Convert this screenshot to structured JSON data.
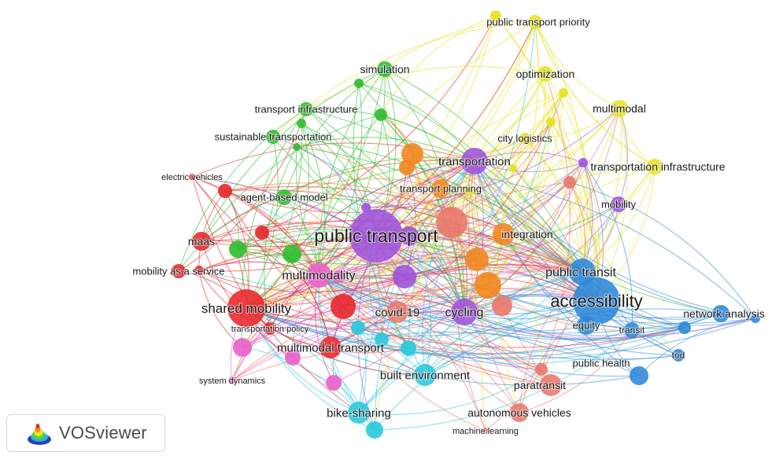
{
  "app": {
    "name": "VOSviewer"
  },
  "clusters": {
    "red": "#e8262b",
    "green": "#2dbd2d",
    "blue": "#2b88d8",
    "yellow": "#e6e21a",
    "purple": "#9e52d9",
    "cyan": "#28c8dc",
    "orange": "#f2861e",
    "pink": "#e95fc9",
    "salmon": "#e9776a"
  },
  "nodes": [
    {
      "id": "public-transport",
      "label": "public transport",
      "cluster": "purple",
      "weight": 30
    },
    {
      "id": "accessibility",
      "label": "accessibility",
      "cluster": "blue",
      "weight": 30
    },
    {
      "id": "public-transit",
      "label": "public transit",
      "cluster": "blue",
      "weight": 14
    },
    {
      "id": "cycling",
      "label": "cycling",
      "cluster": "purple",
      "weight": 14
    },
    {
      "id": "transportation",
      "label": "transportation",
      "cluster": "purple",
      "weight": 14
    },
    {
      "id": "multimodality",
      "label": "multimodality",
      "cluster": "pink",
      "weight": 13
    },
    {
      "id": "shared-mobility",
      "label": "shared mobility",
      "cluster": "red",
      "weight": 18
    },
    {
      "id": "covid-19",
      "label": "covid-19",
      "cluster": "salmon",
      "weight": 11
    },
    {
      "id": "integration",
      "label": "integration",
      "cluster": "orange",
      "weight": 11
    },
    {
      "id": "multimodal-transport",
      "label": "multimodal transport",
      "cluster": "red",
      "weight": 11
    },
    {
      "id": "built-environment",
      "label": "built environment",
      "cluster": "cyan",
      "weight": 11
    },
    {
      "id": "bike-sharing",
      "label": "bike-sharing",
      "cluster": "cyan",
      "weight": 10
    },
    {
      "id": "autonomous-vehicles",
      "label": "autonomous vehicles",
      "cluster": "salmon",
      "weight": 9
    },
    {
      "id": "paratransit",
      "label": "paratransit",
      "cluster": "salmon",
      "weight": 11
    },
    {
      "id": "public-health",
      "label": "public health",
      "cluster": "blue",
      "weight": 9
    },
    {
      "id": "equity",
      "label": "equity",
      "cluster": "blue",
      "weight": 10
    },
    {
      "id": "transit",
      "label": "transit",
      "cluster": "blue",
      "weight": 8
    },
    {
      "id": "network-analysis",
      "label": "network analysis",
      "cluster": "blue",
      "weight": 9
    },
    {
      "id": "tod",
      "label": "tod",
      "cluster": "blue",
      "weight": 6
    },
    {
      "id": "mobility",
      "label": "mobility",
      "cluster": "purple",
      "weight": 9
    },
    {
      "id": "transportation-infrastructure",
      "label": "transportation infrastructure",
      "cluster": "yellow",
      "weight": 9
    },
    {
      "id": "multimodal",
      "label": "multimodal",
      "cluster": "yellow",
      "weight": 10
    },
    {
      "id": "optimization",
      "label": "optimization",
      "cluster": "yellow",
      "weight": 9
    },
    {
      "id": "city-logistics",
      "label": "city logistics",
      "cluster": "yellow",
      "weight": 7
    },
    {
      "id": "public-transport-priority",
      "label": "public transport priority",
      "cluster": "yellow",
      "weight": 8
    },
    {
      "id": "transport-planning",
      "label": "transport planning",
      "cluster": "orange",
      "weight": 9
    },
    {
      "id": "simulation",
      "label": "simulation",
      "cluster": "green",
      "weight": 9
    },
    {
      "id": "transport-infrastructure",
      "label": "transport infrastructure",
      "cluster": "green",
      "weight": 8
    },
    {
      "id": "sustainable-transportation",
      "label": "sustainable transportation",
      "cluster": "green",
      "weight": 8
    },
    {
      "id": "agent-based-model",
      "label": "agent-based model",
      "cluster": "green",
      "weight": 9
    },
    {
      "id": "electric-vehicles",
      "label": "electric vehicles",
      "cluster": "red",
      "weight": 5
    },
    {
      "id": "maas",
      "label": "maas",
      "cluster": "red",
      "weight": 10
    },
    {
      "id": "mobility-as-a-service",
      "label": "mobility as a service",
      "cluster": "red",
      "weight": 9
    },
    {
      "id": "transportation-policy",
      "label": "transportation policy",
      "cluster": "red",
      "weight": 7
    },
    {
      "id": "system-dynamics",
      "label": "system dynamics",
      "cluster": "pink",
      "weight": 6
    },
    {
      "id": "machine-learning",
      "label": "machine learning",
      "cluster": "salmon",
      "weight": 5
    }
  ]
}
